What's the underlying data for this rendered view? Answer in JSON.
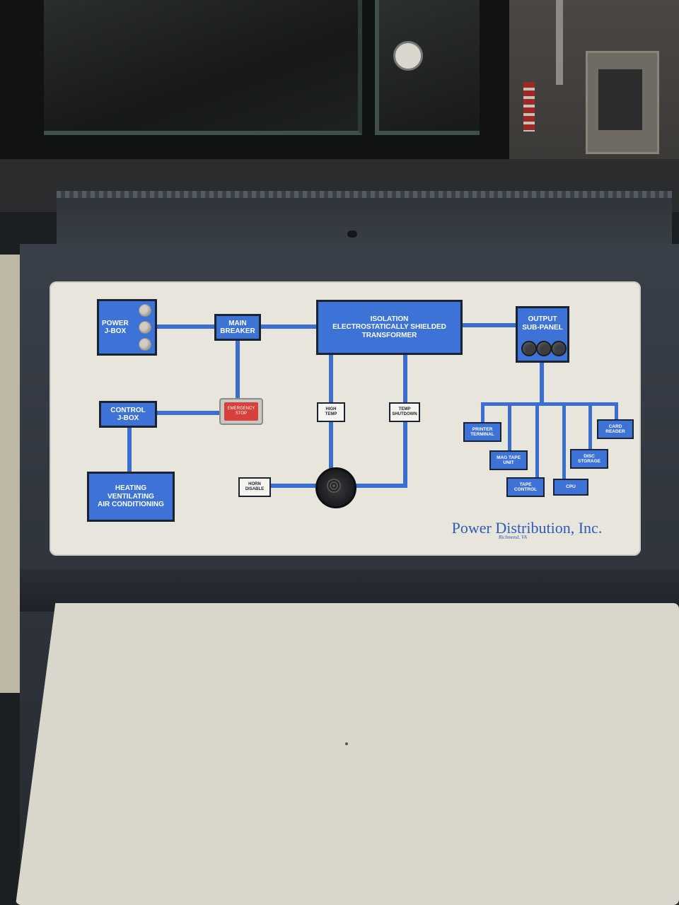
{
  "panel": {
    "blocks": {
      "power_jbox": "POWER\nJ-BOX",
      "main_breaker": "MAIN\nBREAKER",
      "isolation_transformer": "ISOLATION\nELECTROSTATICALLY SHIELDED\nTRANSFORMER",
      "output_subpanel": "OUTPUT\nSUB-PANEL",
      "control_jbox": "CONTROL\nJ-BOX",
      "hvac": "HEATING\nVENTILATING\nAIR CONDITIONING"
    },
    "indicators": {
      "emergency_stop": "EMERGENCY\nSTOP",
      "high_temp": "HIGH\nTEMP",
      "temp_shutdown": "TEMP\nSHUTDOWN",
      "horn_disable": "HORN\nDISABLE"
    },
    "outputs": {
      "printer_terminal": "PRINTER\nTERMINAL",
      "mag_tape_unit": "MAG TAPE\nUNIT",
      "tape_control": "TAPE\nCONTROL",
      "cpu": "CPU",
      "disc_storage": "DISC\nSTORAGE",
      "card_reader": "CARD\nREADER"
    },
    "brand": {
      "name": "Power Distribution, Inc.",
      "location": "Richmond, VA"
    }
  },
  "colors": {
    "diagram_blue": "#3d72d6",
    "panel_cream": "#e7e5dc",
    "console_charcoal": "#343a43",
    "estop_red": "#d9403a"
  }
}
